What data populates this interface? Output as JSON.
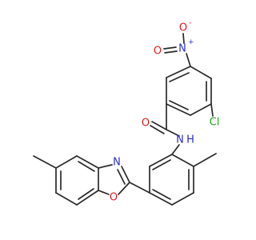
{
  "atom_labels": {
    "oxygen_nitro_top": "O",
    "charge_minus": "-",
    "nitrogen_nitro": "N",
    "charge_plus": "+",
    "oxygen_nitro_left": "O",
    "oxygen_carbonyl": "O",
    "chlorine": "Cl",
    "amide_nitrogen": "N",
    "amide_hydrogen": "H",
    "oxazole_nitrogen": "N",
    "oxazole_oxygen": "O"
  },
  "colors": {
    "bond": "#2a2a2a",
    "carbon": "#2a2a2a",
    "oxygen": "#e31a1c",
    "nitrogen": "#2c2ccc",
    "chlorine": "#1fa31f"
  }
}
